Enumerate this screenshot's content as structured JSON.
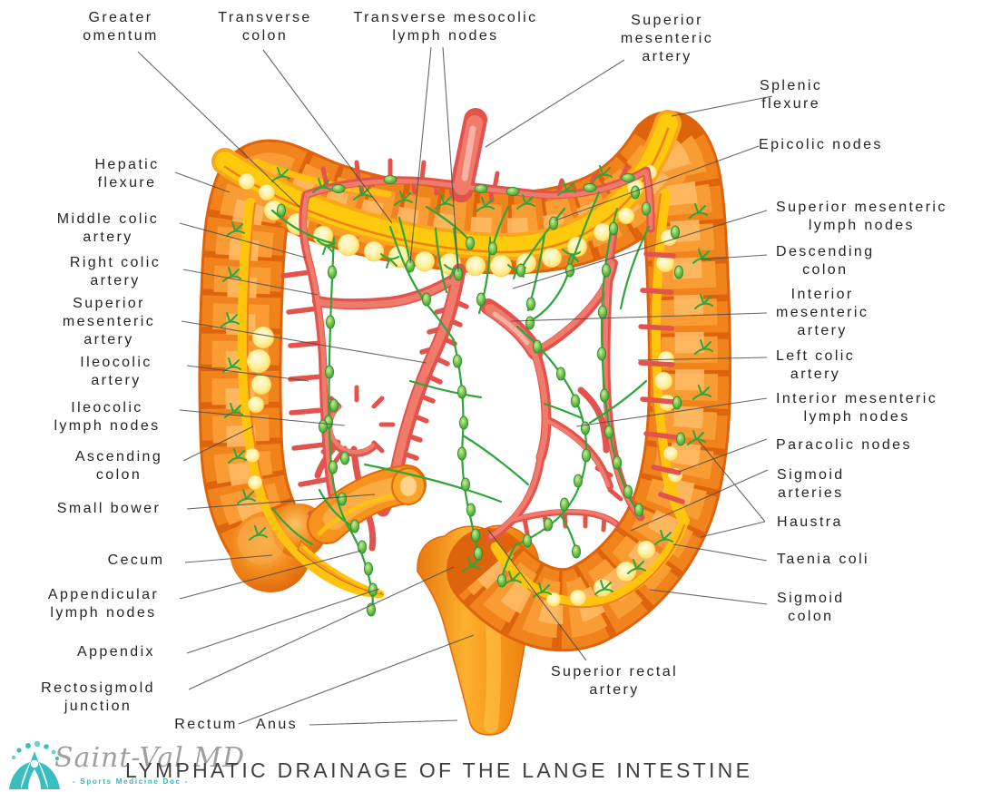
{
  "title": "LYMPHATIC DRAINAGE OF THE LANGE INTESTINE",
  "logo": {
    "name": "Saint-Val MD",
    "tagline": "- Sports Medicine Doc -"
  },
  "labels": {
    "greater_omentum": "Greater\nomentum",
    "transverse_colon": "Transverse\ncolon",
    "transverse_mesocolic_lymph_nodes": "Transverse mesocolic\nlymph nodes",
    "superior_mesenteric_artery_right": "Superior\nmesenteric\nartery",
    "splenic_flexure": "Splenic\nflexure",
    "epicolic_nodes": "Epicolic nodes",
    "superior_mesenteric_lymph_nodes": "Superior mesenteric\nlymph nodes",
    "descending_colon": "Descending\ncolon",
    "interior_mesenteric_artery": "Interior\nmesenteric\nartery",
    "left_colic_artery": "Left colic\nartery",
    "interior_mesenteric_lymph_nodes": "Interior mesenteric\nlymph nodes",
    "paracolic_nodes": "Paracolic nodes",
    "sigmoid_arteries": "Sigmoid\narteries",
    "haustra": "Haustra",
    "taenia_coli": "Taenia coli",
    "sigmoid_colon": "Sigmoid\ncolon",
    "hepatic_flexure": "Hepatic\nflexure",
    "middle_colic_artery": "Middle colic\nartery",
    "right_colic_artery": "Right colic\nartery",
    "superior_mesenteric_artery_left": "Superior\nmesenteric\nartery",
    "ileocolic_artery": "Ileocolic\nartery",
    "ileocolic_lymph_nodes": "Ileocolic\nlymph nodes",
    "ascending_colon": "Ascending\ncolon",
    "small_bower": "Small bower",
    "cecum": "Cecum",
    "appendicular_lymph_nodes": "Appendicular\nlymph nodes",
    "appendix": "Appendix",
    "rectosigmoid_junction": "Rectosigmold\njunction",
    "rectum": "Rectum",
    "anus": "Anus",
    "superior_rectal_artery": "Superior rectal\nartery"
  },
  "colors": {
    "colon_orange": "#F1831C",
    "colon_edge": "#DD640C",
    "taenia_yellow": "#FFC40D",
    "fat_yellow": "#FFF1A2",
    "artery_red": "#F07B6B",
    "artery_edge": "#E2534D",
    "lymph_green": "#2EA63B",
    "leader_line": "#4B4B4B",
    "label_text": "#242424",
    "logo_teal": "#3ABDBE"
  }
}
